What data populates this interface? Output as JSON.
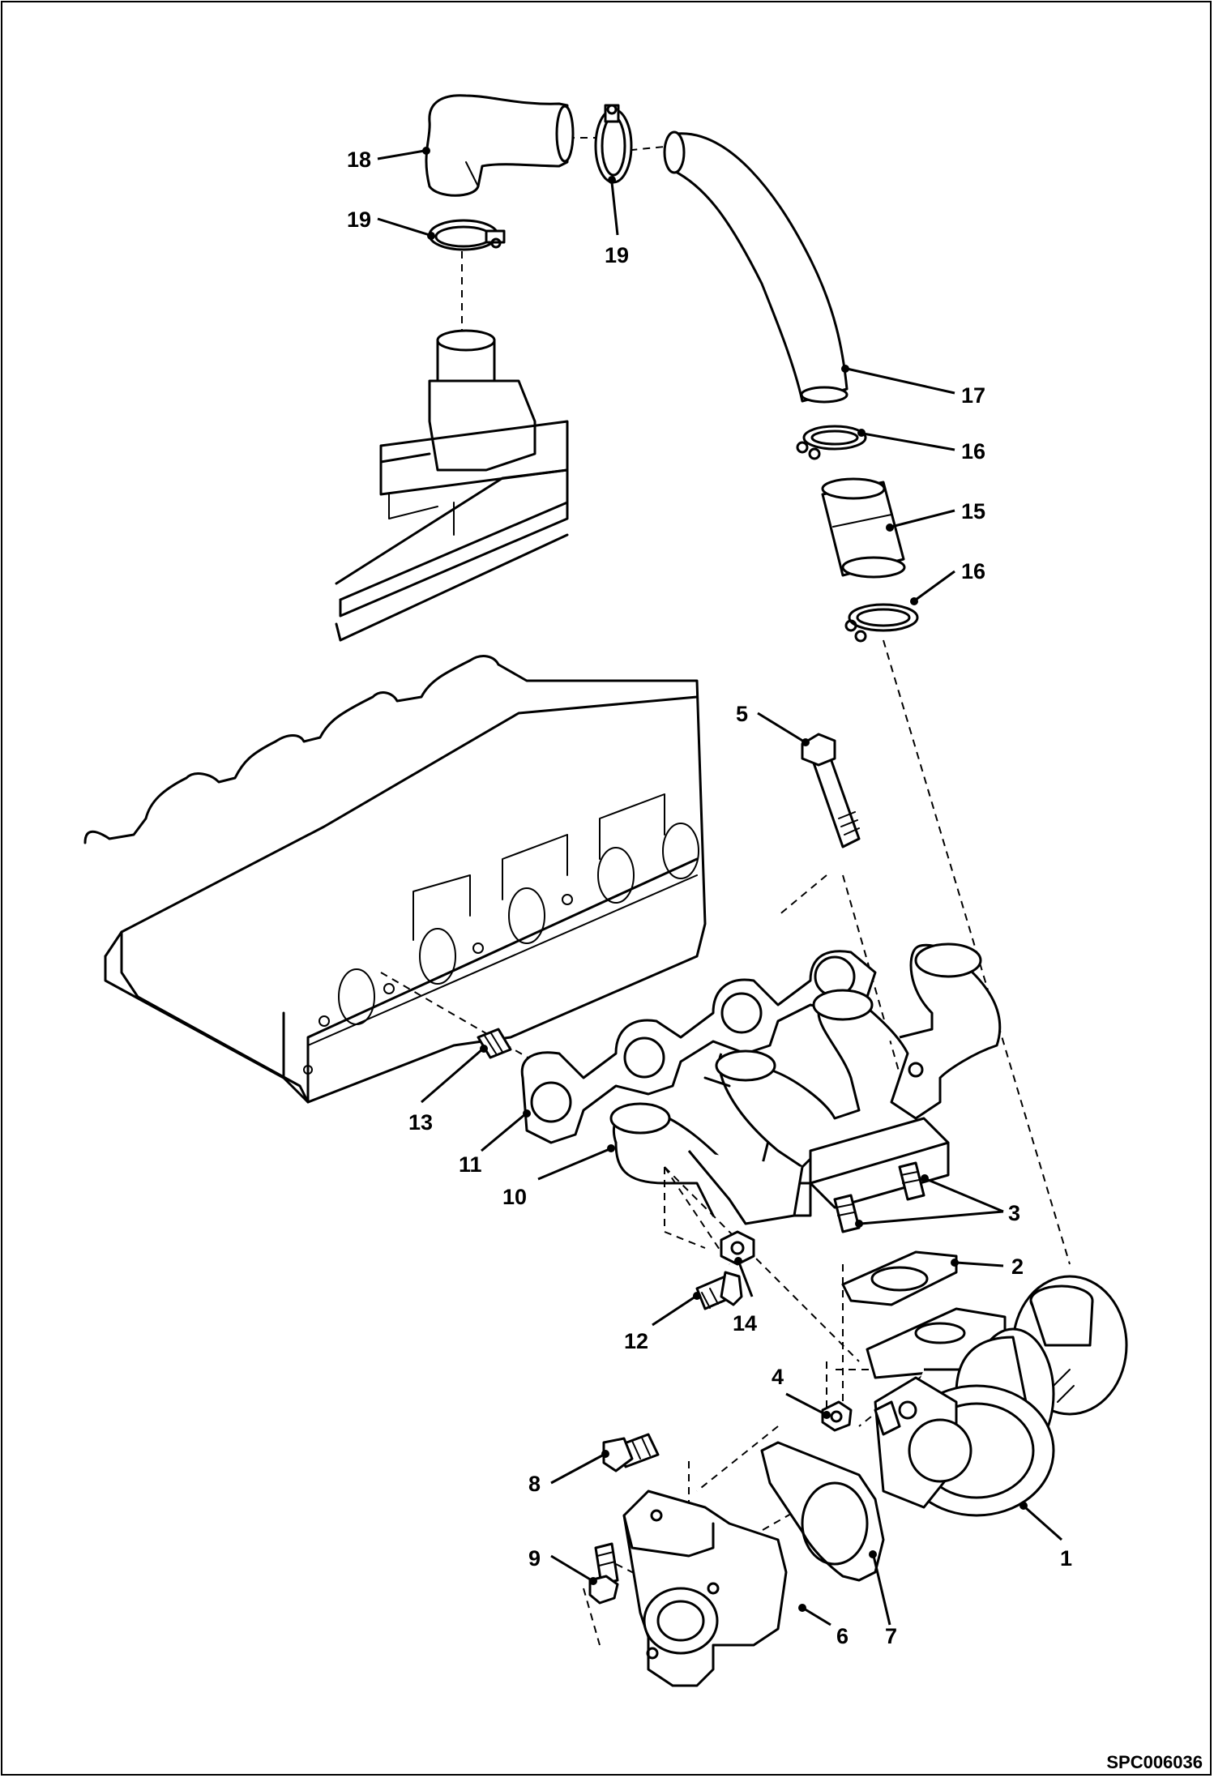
{
  "callouts": {
    "c1": "1",
    "c2": "2",
    "c3": "3",
    "c4": "4",
    "c5": "5",
    "c6": "6",
    "c7": "7",
    "c8": "8",
    "c9": "9",
    "c10": "10",
    "c11": "11",
    "c12": "12",
    "c13": "13",
    "c14": "14",
    "c15": "15",
    "c16a": "16",
    "c16b": "16",
    "c17": "17",
    "c18": "18",
    "c19a": "19",
    "c19b": "19"
  },
  "drawing_code": "SPC006036"
}
